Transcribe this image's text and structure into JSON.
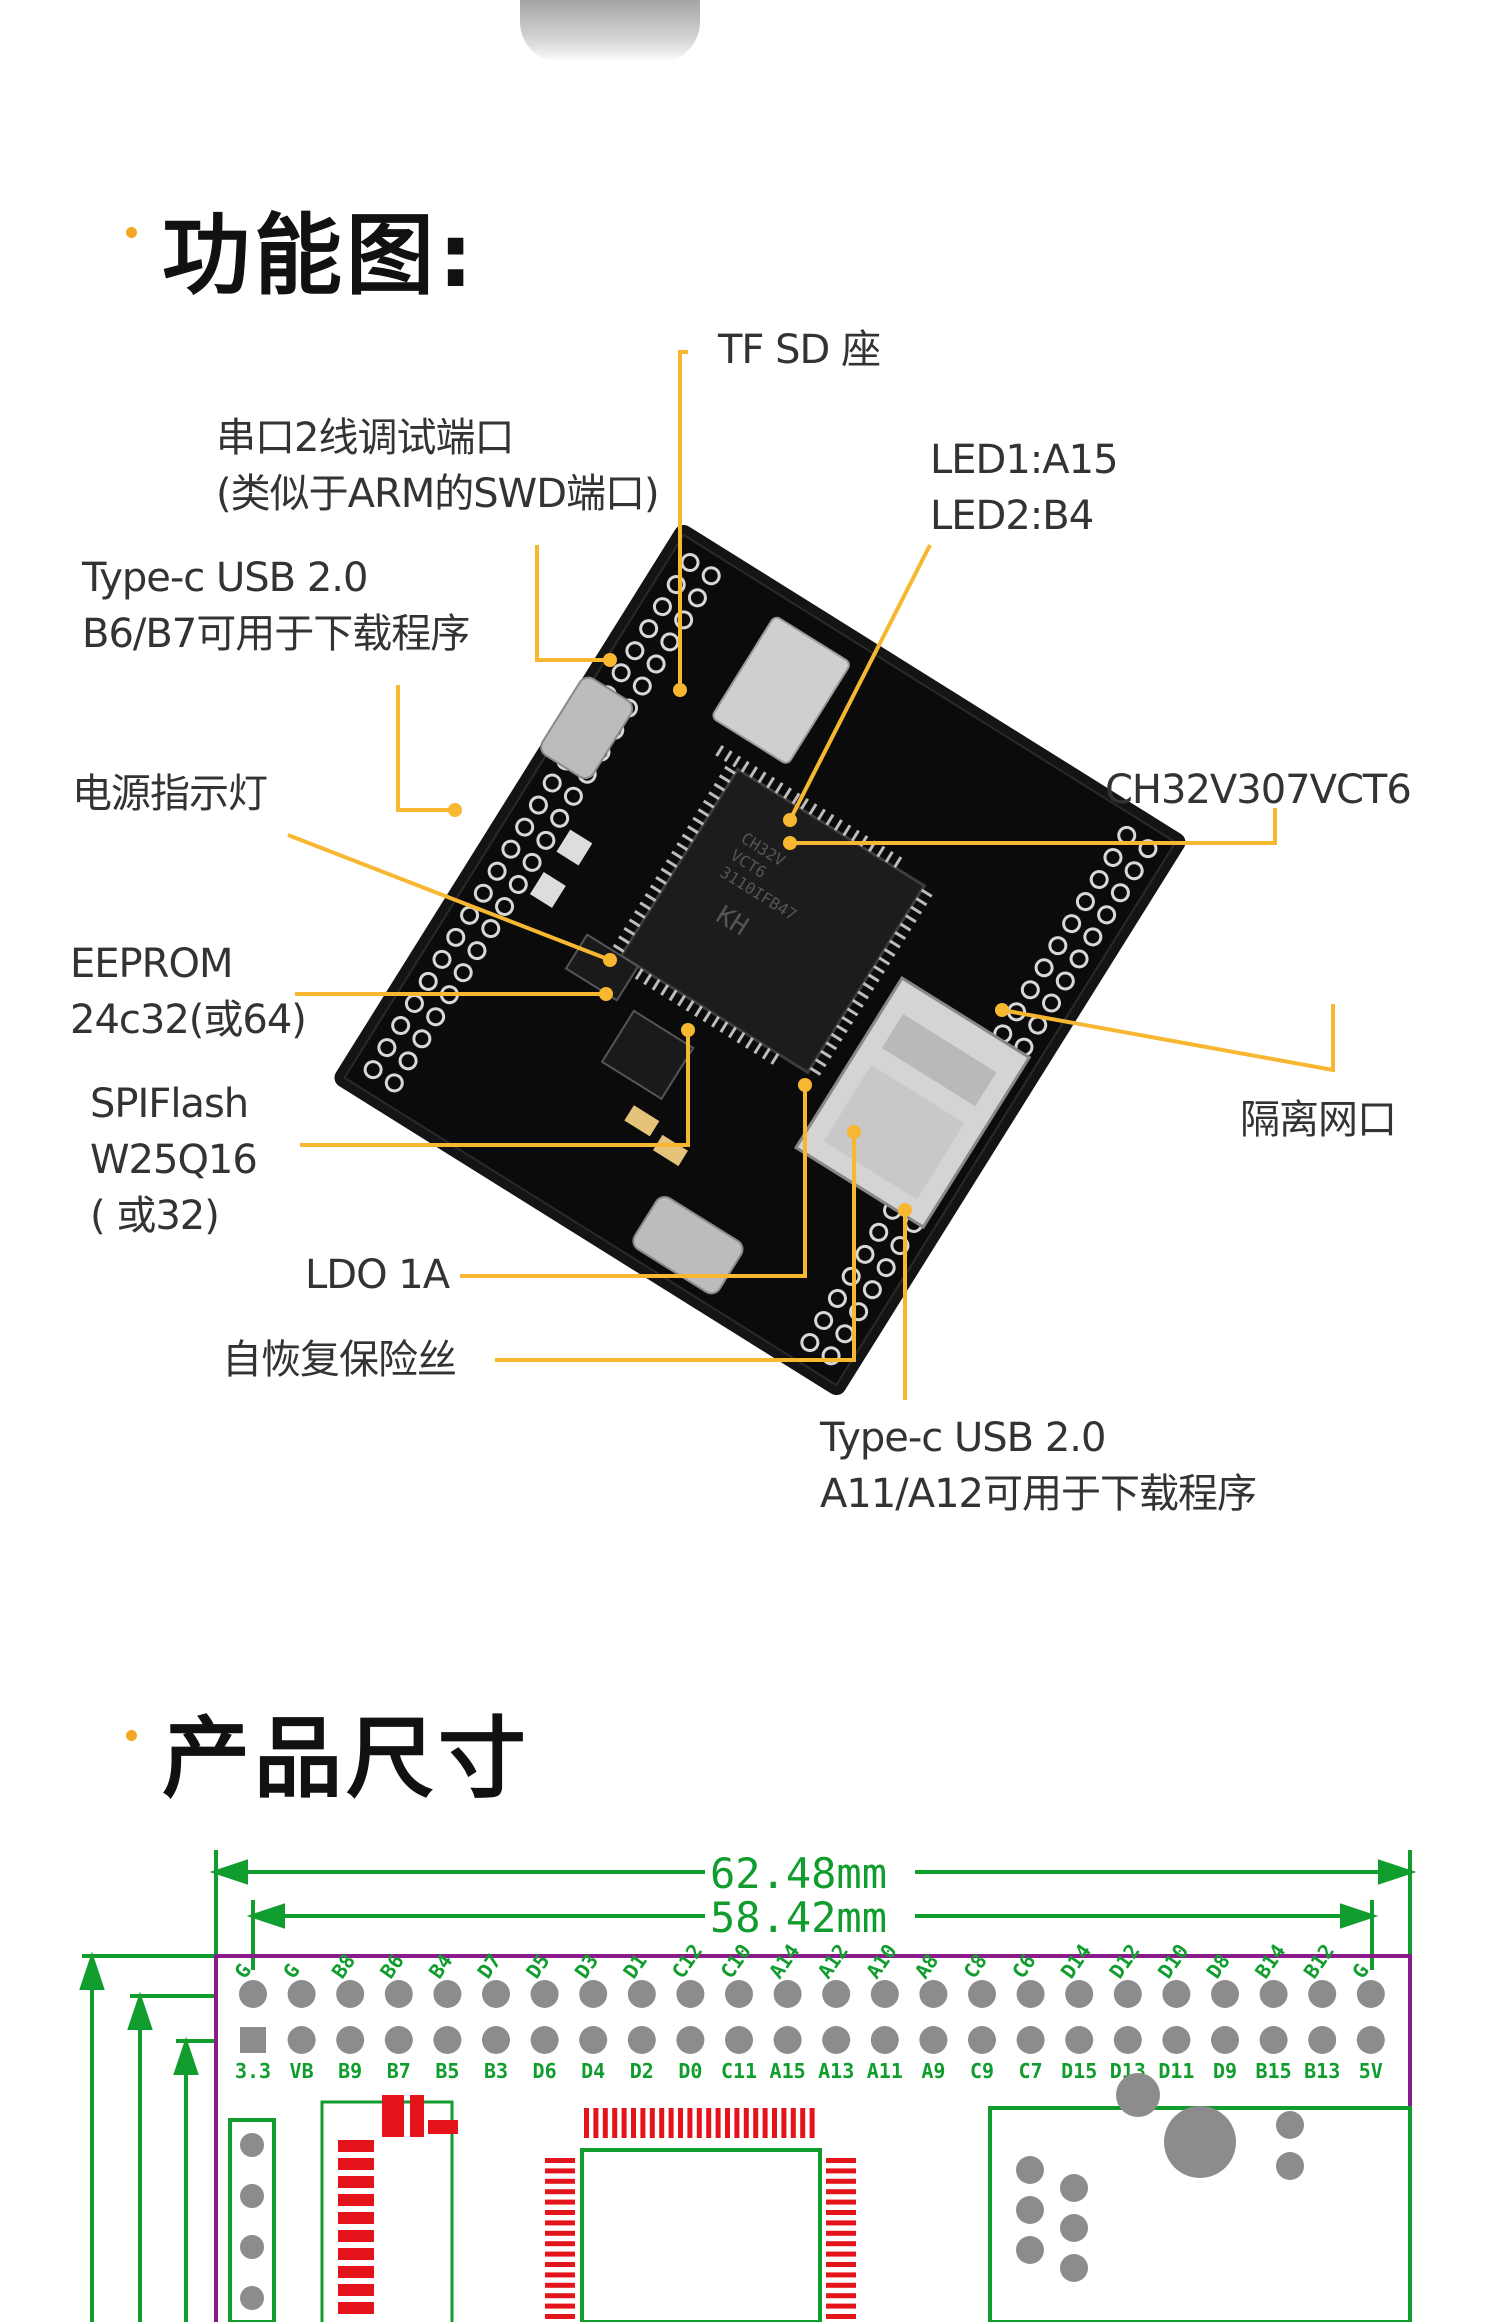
{
  "sections": {
    "function_title": "功能图:",
    "size_title": "产品尺寸"
  },
  "callouts": {
    "tf_sd": "TF SD 座",
    "debug": [
      "串口2线调试端口",
      "(类似于ARM的SWD端口)"
    ],
    "led": [
      "LED1:A15",
      "LED2:B4"
    ],
    "usb_b": [
      "Type-c USB 2.0",
      "B6/B7可用于下载程序"
    ],
    "power_led": "电源指示灯",
    "mcu": "CH32V307VCT6",
    "eeprom": [
      "EEPROM",
      "24c32(或64)"
    ],
    "ethernet": "隔离网口",
    "spiflash": [
      "SPIFlash",
      "W25Q16",
      "( 或32)"
    ],
    "ldo": "LDO 1A",
    "fuse": "自恢复保险丝",
    "usb_a": [
      "Type-c USB 2.0",
      "A11/A12可用于下载程序"
    ]
  },
  "chip_marking": [
    "CH32V",
    "VCT6",
    "3110IFB47",
    "KH"
  ],
  "dimensions": {
    "outer_width": "62.48mm",
    "inner_width": "58.42mm"
  },
  "pins": {
    "top": [
      "G",
      "G",
      "B8",
      "B6",
      "B4",
      "D7",
      "D5",
      "D3",
      "D1",
      "C12",
      "C10",
      "A14",
      "A12",
      "A10",
      "A8",
      "C8",
      "C6",
      "D14",
      "D12",
      "D10",
      "D8",
      "B14",
      "B12",
      "G"
    ],
    "bottom": [
      "3.3",
      "VB",
      "B9",
      "B7",
      "B5",
      "B3",
      "D6",
      "D4",
      "D2",
      "D0",
      "C11",
      "A15",
      "A13",
      "A11",
      "A9",
      "C9",
      "C7",
      "D15",
      "D13",
      "D11",
      "D9",
      "B15",
      "B13",
      "5V"
    ]
  },
  "colors": {
    "accent": "#f5a623",
    "leader": "#f7b731",
    "dimension": "#119c2e",
    "outline": "#8b1a8b",
    "pad_red": "#e5141a"
  }
}
